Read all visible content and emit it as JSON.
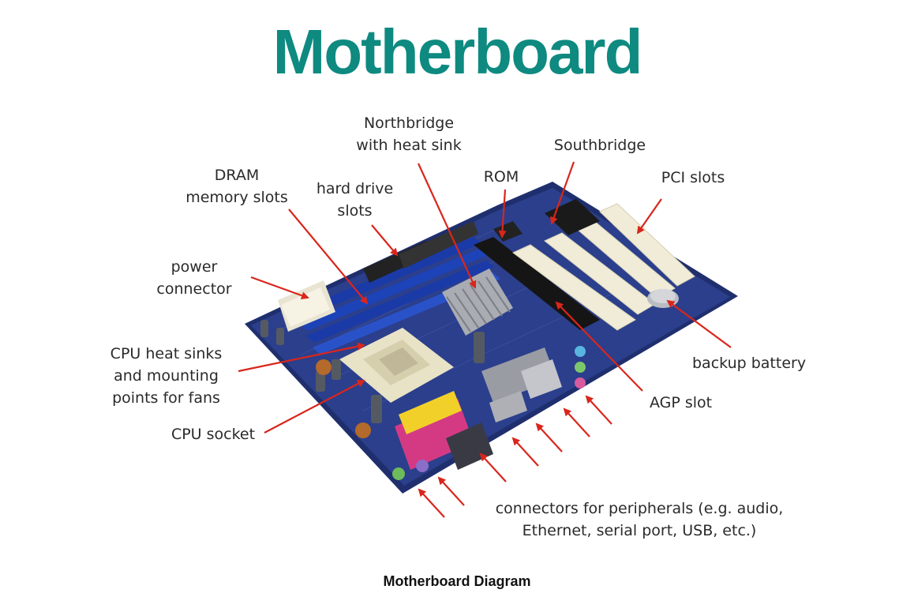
{
  "title": "Motherboard",
  "colors": {
    "title": "#0e8a80",
    "arrow": "#d9261c",
    "board": "#23377a"
  },
  "labels": {
    "northbridge": "Northbridge\nwith heat sink",
    "southbridge": "Southbridge",
    "dram": "DRAM\nmemory slots",
    "hard_drive": "hard drive\nslots",
    "rom": "ROM",
    "pci": "PCI slots",
    "power": "power\nconnector",
    "cpu_heat": "CPU heat sinks\nand mounting\npoints for fans",
    "cpu_socket": "CPU socket",
    "battery": "backup battery",
    "agp": "AGP slot",
    "peripherals": "connectors for peripherals (e.g. audio,\nEthernet, serial port, USB, etc.)"
  },
  "caption": "Motherboard Diagram"
}
